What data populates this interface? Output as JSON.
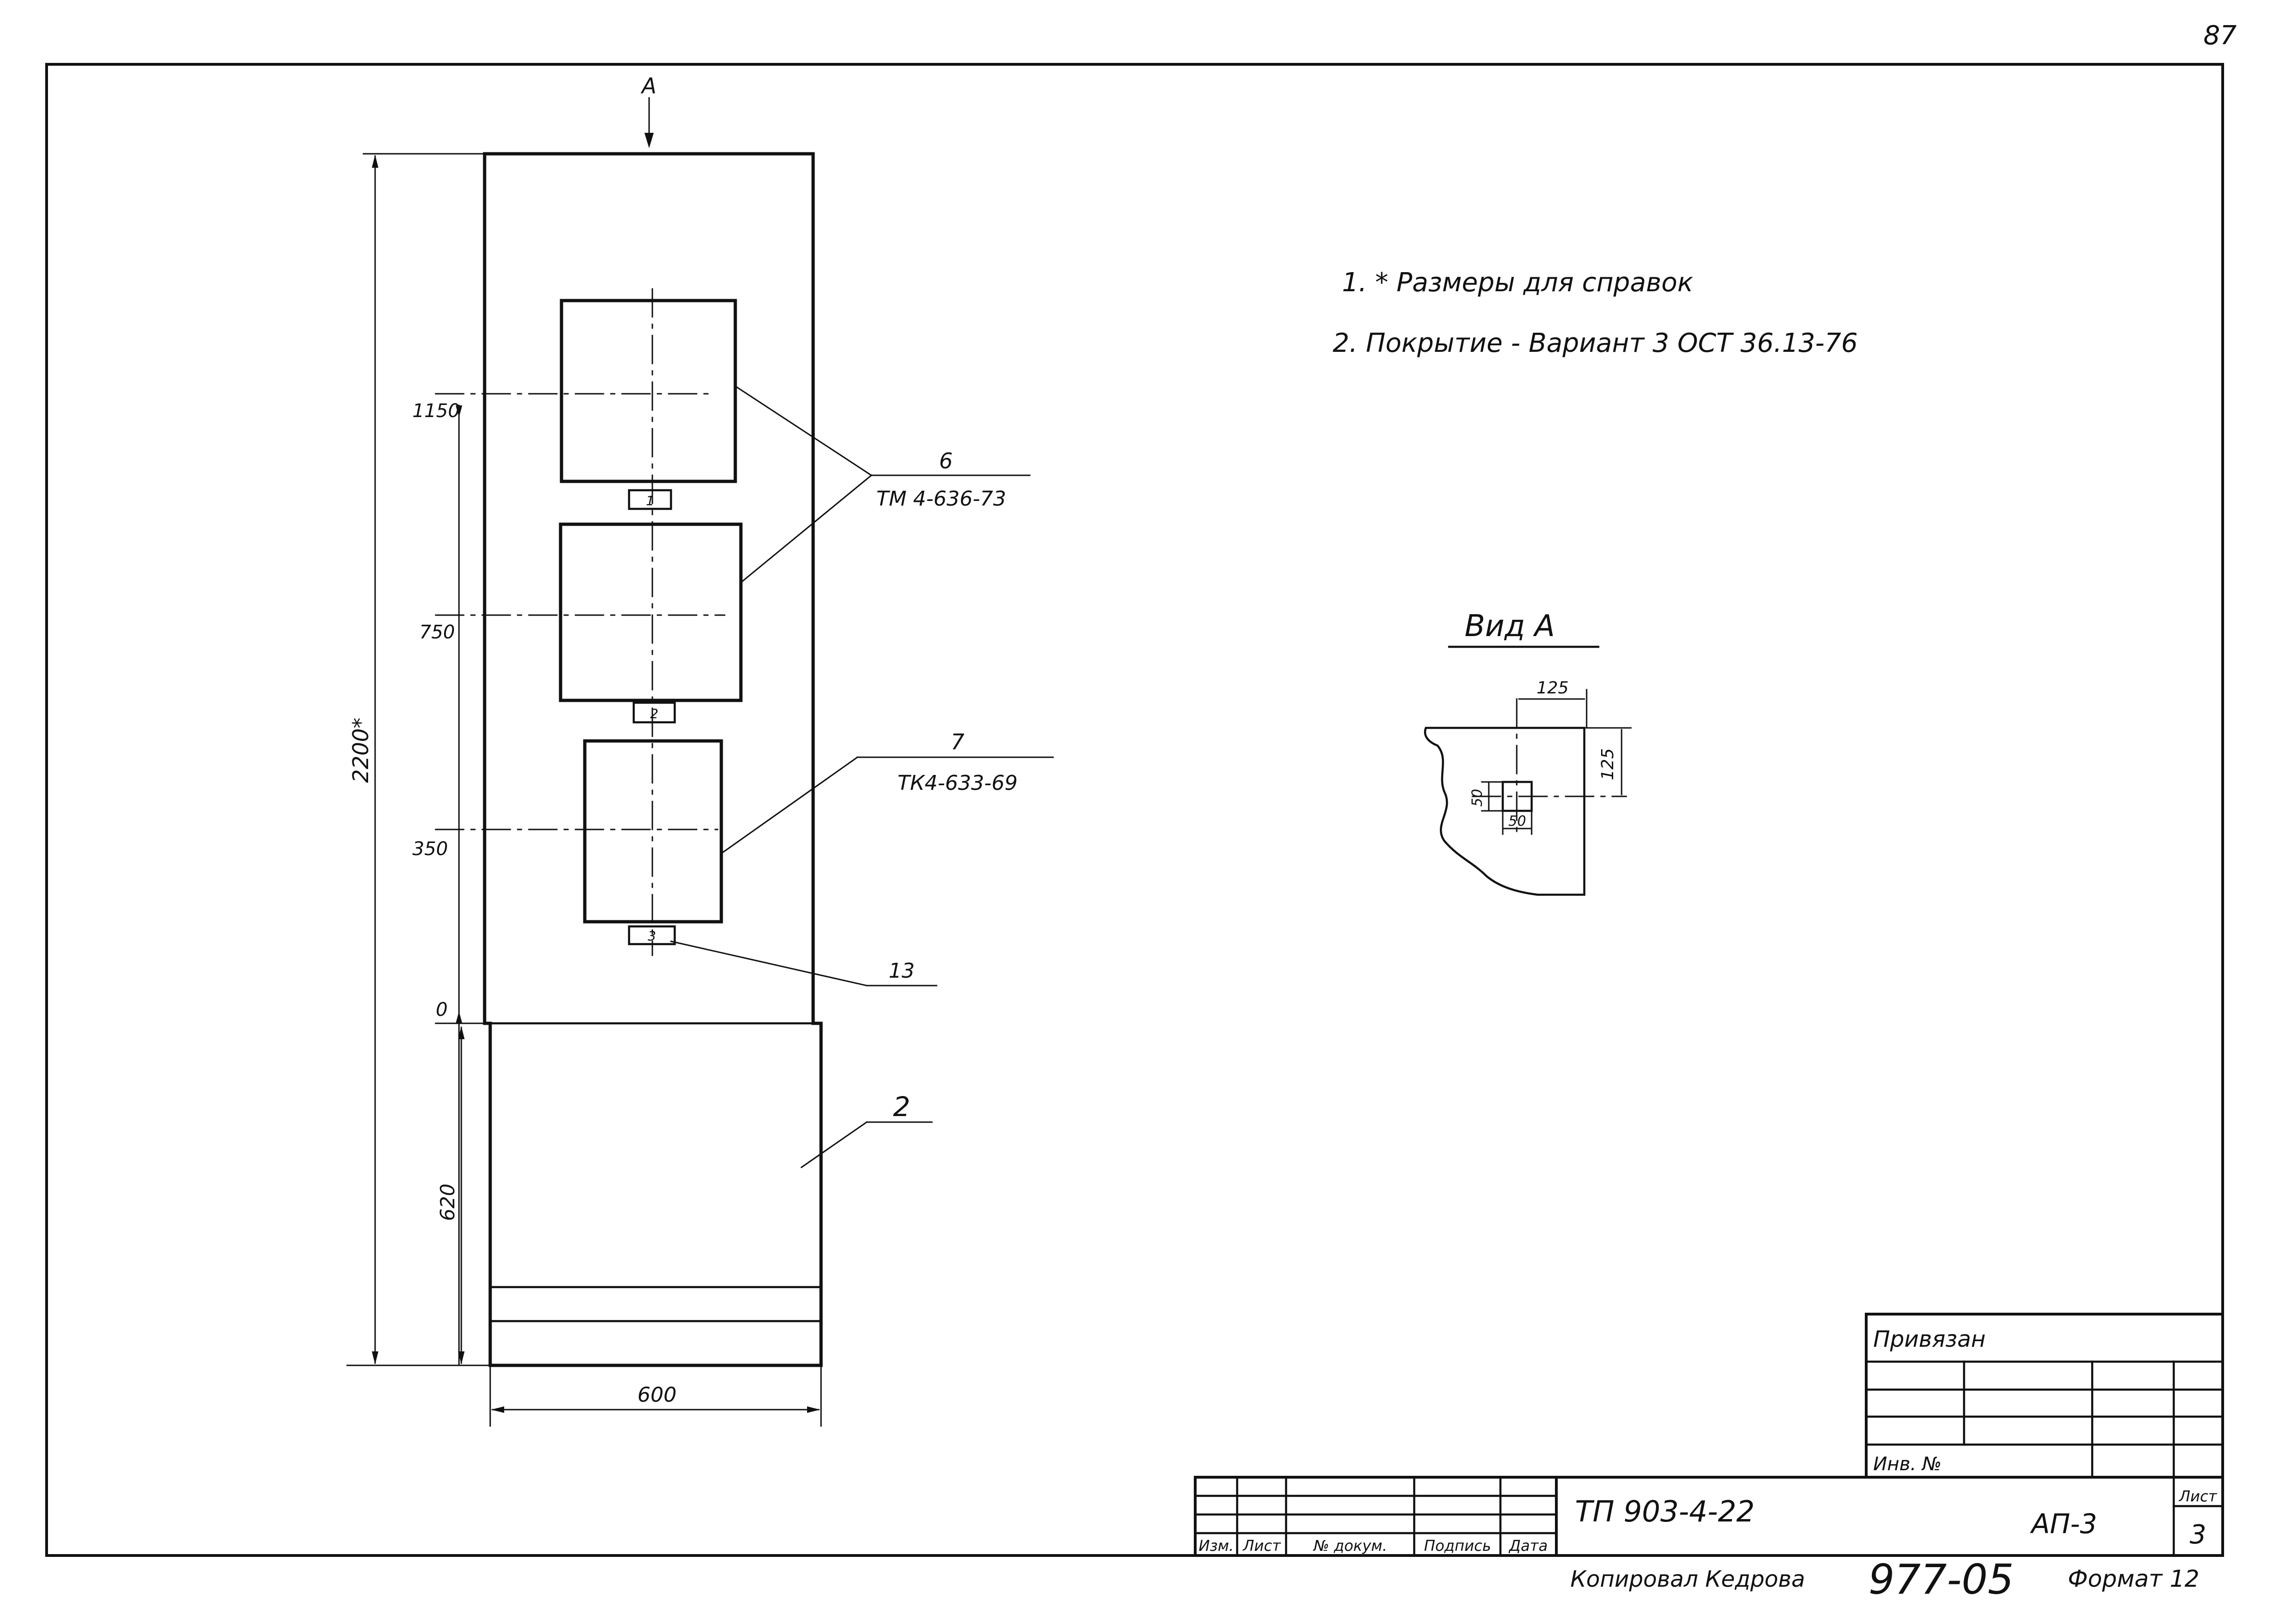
{
  "page_number": "87",
  "view_arrow_label": "А",
  "notes": [
    "1. * Размеры для справок",
    "2. Покрытие - Вариант 3 ОСТ 36.13-76"
  ],
  "elevations": [
    "1150",
    "750",
    "350",
    "0"
  ],
  "dimensions": {
    "total_height": "2200*",
    "lower_height": "620",
    "width": "600"
  },
  "callouts": [
    {
      "number": "6",
      "designation": "ТМ 4-636-73"
    },
    {
      "number": "7",
      "designation": "ТК4-633-69"
    },
    {
      "number": "13",
      "designation": ""
    },
    {
      "number": "2",
      "designation": ""
    }
  ],
  "device_marks": [
    "1",
    "2",
    "3"
  ],
  "view_a": {
    "title": "Вид А",
    "dim_top": "125",
    "dim_right": "125",
    "dim_hole_h": "50",
    "dim_hole_w": "50"
  },
  "title_block": {
    "linked_label": "Привязан",
    "inventory_label": "Инв. №",
    "headers": [
      "Изм.",
      "Лист",
      "№ докум.",
      "Подпись",
      "Дата"
    ],
    "document_code": "ТП 903-4-22",
    "drawing_mark": "АП-3",
    "sheet_label": "Лист",
    "sheet_number": "3"
  },
  "footer": {
    "copied_by": "Копировал Кедрова",
    "order_number": "977-05",
    "format": "Формат 12"
  }
}
